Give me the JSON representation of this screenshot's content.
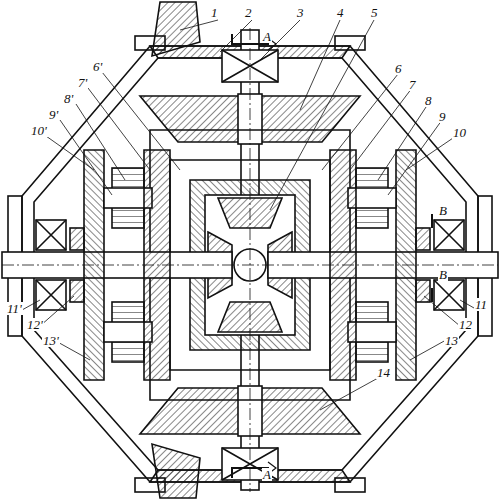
{
  "diagram": {
    "labels": [
      "1",
      "2",
      "3",
      "4",
      "5",
      "A",
      "6'",
      "7'",
      "8'",
      "9'",
      "10'",
      "6",
      "7",
      "8",
      "9",
      "10",
      "B",
      "B",
      "11'",
      "12'",
      "13'",
      "11",
      "12",
      "13",
      "14",
      "A"
    ]
  }
}
